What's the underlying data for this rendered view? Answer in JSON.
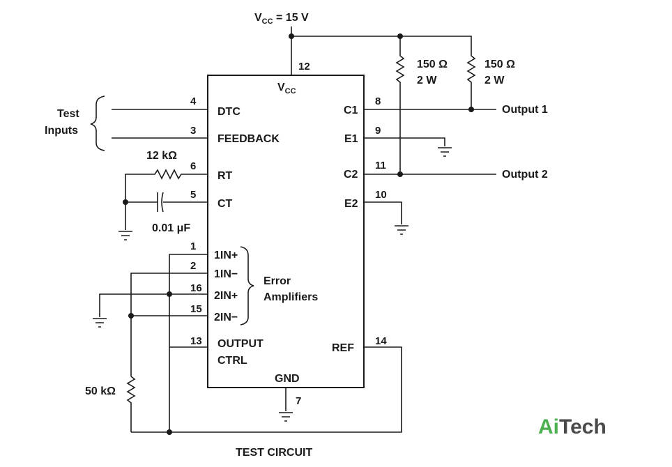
{
  "supply": {
    "prefix": "V",
    "sub": "CC",
    "suffix": " = 15 V"
  },
  "ic": {
    "vcc": {
      "main": "V",
      "sub": "CC"
    },
    "gnd": "GND",
    "pins": {
      "p12": "12",
      "p4": "4",
      "p3": "3",
      "p6": "6",
      "p5": "5",
      "p1": "1",
      "p2": "2",
      "p16": "16",
      "p15": "15",
      "p13": "13",
      "p8": "8",
      "p9": "9",
      "p11": "11",
      "p10": "10",
      "p14": "14",
      "p7": "7"
    },
    "left_labels": {
      "dtc": "DTC",
      "feedback": "FEEDBACK",
      "rt": "RT",
      "ct": "CT",
      "in1p": "1IN+",
      "in1m": "1IN−",
      "in2p": "2IN+",
      "in2m": "2IN−",
      "out_ctrl_1": "OUTPUT",
      "out_ctrl_2": "CTRL"
    },
    "right_labels": {
      "c1": "C1",
      "e1": "E1",
      "c2": "C2",
      "e2": "E2",
      "ref": "REF"
    }
  },
  "components": {
    "r1": {
      "value": "150 Ω",
      "power": "2 W"
    },
    "r2": {
      "value": "150 Ω",
      "power": "2 W"
    },
    "rt": "12 kΩ",
    "ct": "0.01 μF",
    "r50": "50 kΩ"
  },
  "labels": {
    "test_inputs_1": "Test",
    "test_inputs_2": "Inputs",
    "error_amps_1": "Error",
    "error_amps_2": "Amplifiers",
    "output1": "Output 1",
    "output2": "Output 2",
    "caption": "TEST CIRCUIT"
  },
  "brand": {
    "part1": "Ai",
    "part2": "Tech",
    "colors": {
      "ai": "#4caf50",
      "tech": "#4a4a4a"
    }
  }
}
